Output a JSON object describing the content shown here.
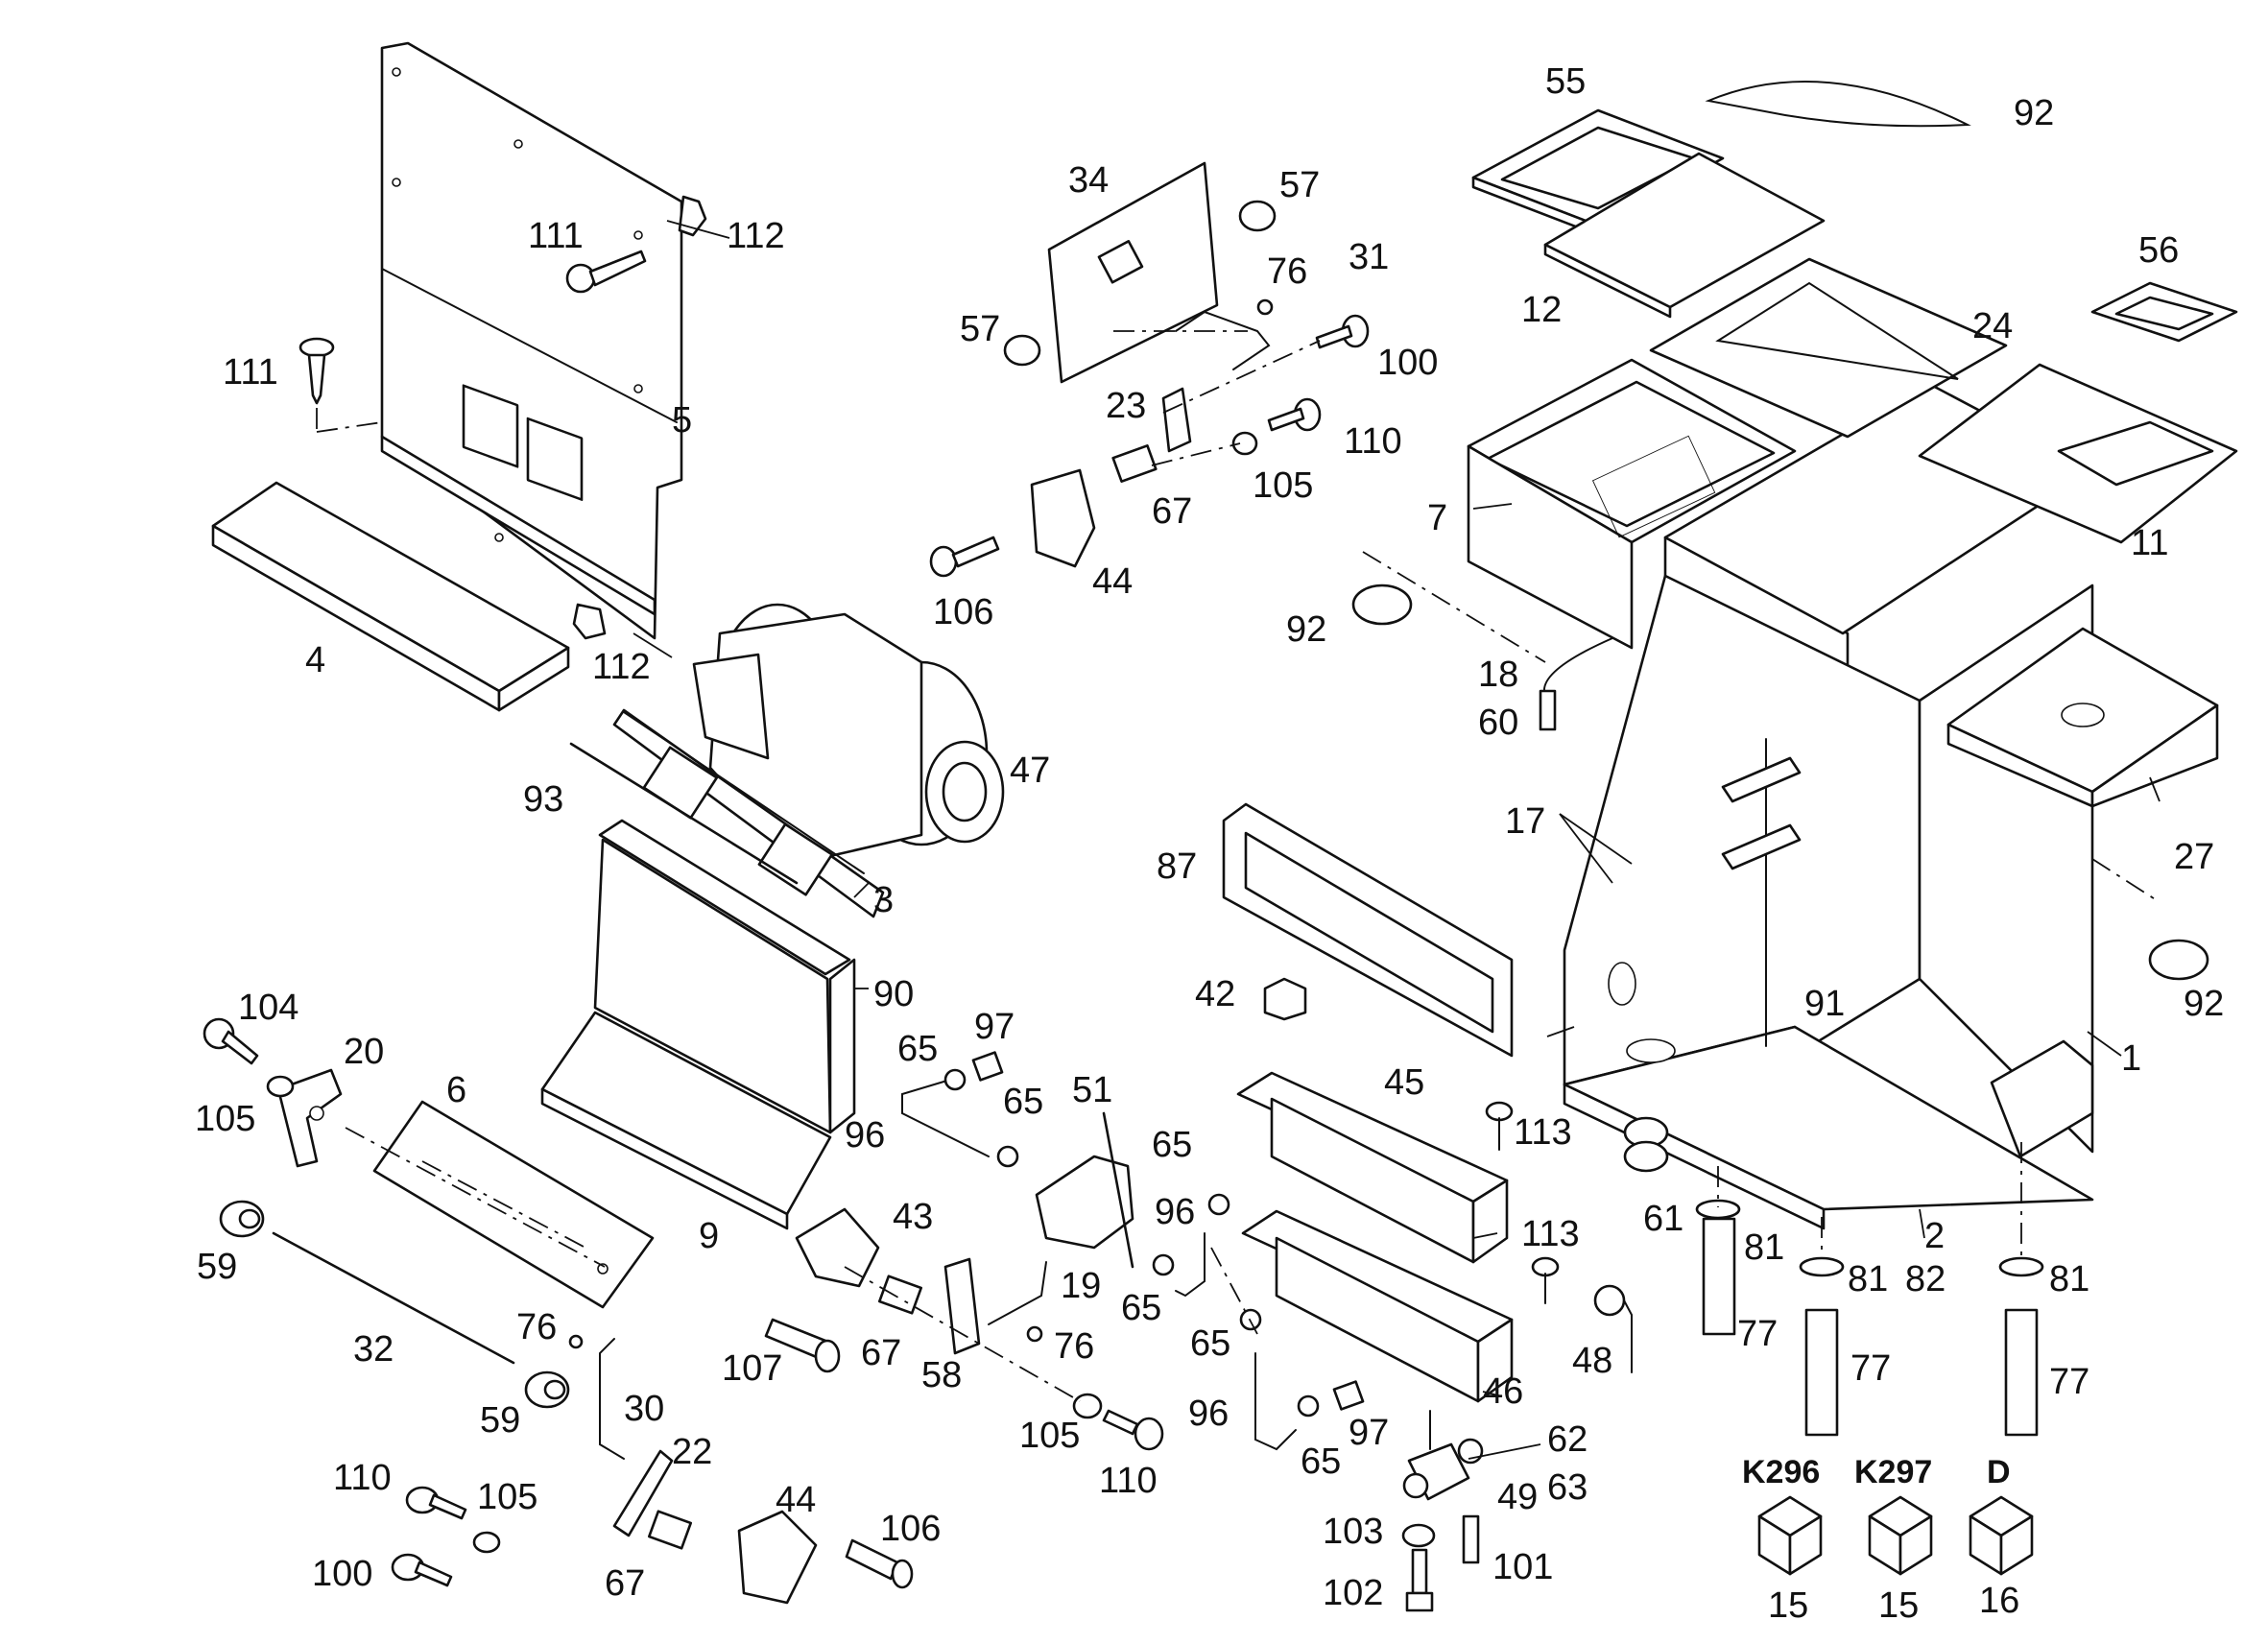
{
  "callouts": {
    "c1": "1",
    "c2": "2",
    "c3": "3",
    "c4": "4",
    "c5": "5",
    "c6": "6",
    "c7": "7",
    "c9": "9",
    "c11": "11",
    "c12": "12",
    "c15a": "15",
    "c15b": "15",
    "c16": "16",
    "c17": "17",
    "c18": "18",
    "c19": "19",
    "c20": "20",
    "c22": "22",
    "c23": "23",
    "c24": "24",
    "c27": "27",
    "c30": "30",
    "c31": "31",
    "c32": "32",
    "c34": "34",
    "c42": "42",
    "c43": "43",
    "c44a": "44",
    "c44b": "44",
    "c45": "45",
    "c46": "46",
    "c47": "47",
    "c48": "48",
    "c49": "49",
    "c51": "51",
    "c55": "55",
    "c56": "56",
    "c57a": "57",
    "c57b": "57",
    "c58": "58",
    "c59a": "59",
    "c59b": "59",
    "c60": "60",
    "c61": "61",
    "c62": "62",
    "c63": "63",
    "c65a": "65",
    "c65b": "65",
    "c65c": "65",
    "c65d": "65",
    "c65e": "65",
    "c65f": "65",
    "c67a": "67",
    "c67b": "67",
    "c67c": "67",
    "c76a": "76",
    "c76b": "76",
    "c76c": "76",
    "c77a": "77",
    "c77b": "77",
    "c77c": "77",
    "c81a": "81",
    "c81b": "81",
    "c81c": "81",
    "c82": "82",
    "c87": "87",
    "c90": "90",
    "c91": "91",
    "c92a": "92",
    "c92b": "92",
    "c92c": "92",
    "c93": "93",
    "c96a": "96",
    "c96b": "96",
    "c96c": "96",
    "c97a": "97",
    "c97b": "97",
    "c100a": "100",
    "c100b": "100",
    "c101": "101",
    "c102": "102",
    "c103": "103",
    "c104": "104",
    "c105a": "105",
    "c105b": "105",
    "c105c": "105",
    "c105d": "105",
    "c106a": "106",
    "c106b": "106",
    "c107": "107",
    "c110a": "110",
    "c110b": "110",
    "c110c": "110",
    "c111a": "111",
    "c111b": "111",
    "c112a": "112",
    "c112b": "112",
    "c113a": "113",
    "c113b": "113"
  },
  "variant_labels": {
    "k296": "K296",
    "k297": "K297",
    "d": "D"
  },
  "colors": {
    "line": "#111111",
    "background": "#ffffff",
    "shade": "#e9e9e9"
  }
}
